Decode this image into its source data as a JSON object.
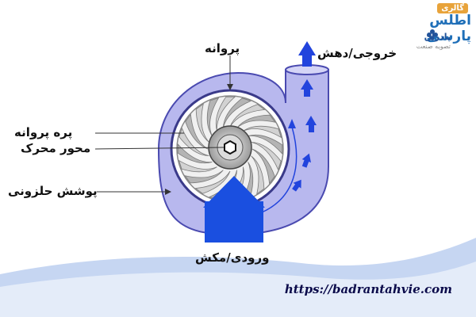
{
  "labels": {
    "impeller": "پروانه",
    "blades": "پره پروانه",
    "shaft": "محور محرک",
    "volute": "پوشش حلزونی",
    "outlet": "خروجی/دهش",
    "inlet": "ورودی/مکش"
  },
  "logo": {
    "badge": "گالری",
    "name": "اطلس پارسی",
    "brand": "پادران",
    "tagline": "تصویه صنعت"
  },
  "website": "https://badrantahvie.com",
  "colors": {
    "casing": "#b8b8ee",
    "casing_stroke": "#4a4ab0",
    "arrow_blue": "#2244dd",
    "inlet_blue": "#1a4fe0",
    "wave": "#c6d6f2",
    "logo_blue": "#1f6fb8",
    "logo_orange": "#e8a33a"
  }
}
